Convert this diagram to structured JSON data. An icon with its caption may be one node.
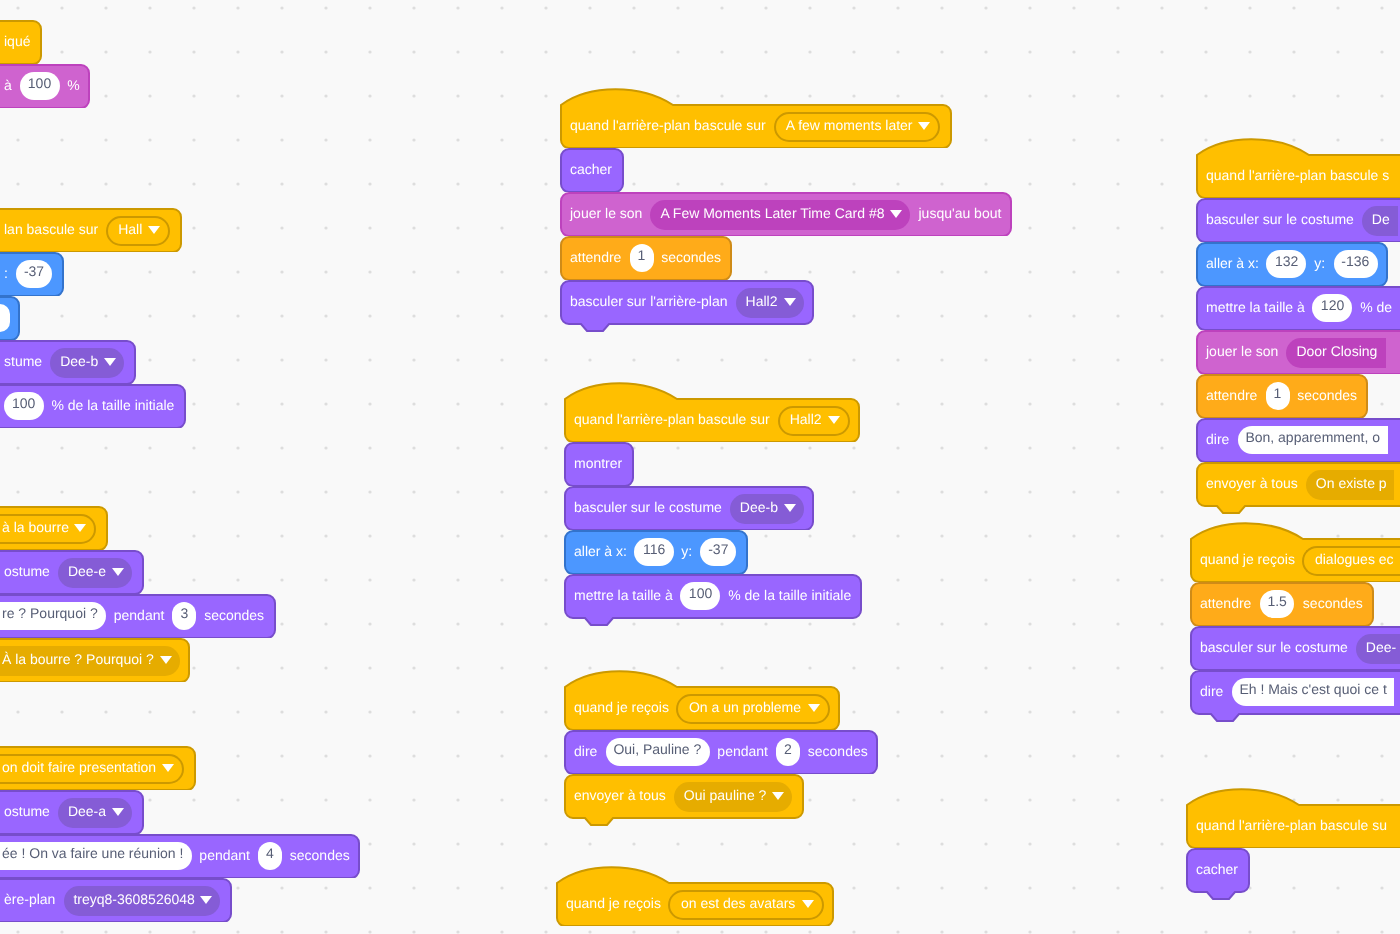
{
  "diagram": {
    "nodes": [
      {
        "text": [
          "iqué"
        ]
      },
      {
        "text": [
          "à",
          "100",
          "%"
        ]
      },
      {
        "text": [
          "lan bascule sur",
          "Hall"
        ]
      },
      {
        "text": [
          ":",
          "-37"
        ]
      },
      {
        "text": [],
        "shape": "box"
      },
      {
        "text": [
          "stume",
          "Dee-b"
        ]
      },
      {
        "text": [
          "100",
          "% de la taille initiale"
        ]
      },
      {
        "text": [
          "à la bourre"
        ]
      },
      {
        "text": [
          "ostume",
          "Dee-e"
        ]
      },
      {
        "text": [
          "re ? Pourquoi ?",
          "pendant",
          "3",
          "secondes"
        ]
      },
      {
        "text": [
          "À la bourre ? Pourquoi ?"
        ]
      },
      {
        "text": [
          "on doit faire presentation"
        ]
      },
      {
        "text": [
          "ostume",
          "Dee-a"
        ]
      },
      {
        "text": [
          "ée ! On va faire une réunion !",
          "pendant",
          "4",
          "secondes"
        ]
      },
      {
        "text": [
          "ère-plan",
          "treyq8-3608526048"
        ]
      },
      {
        "text": [
          "quand l'arrière-plan bascule sur",
          "A few moments later"
        ]
      },
      {
        "text": [
          "cacher"
        ]
      },
      {
        "text": [
          "jouer le son",
          "A Few Moments Later Time Card #8",
          "jusqu'au bout"
        ]
      },
      {
        "text": [
          "attendre",
          "1",
          "secondes"
        ]
      },
      {
        "text": [
          "basculer sur l'arrière-plan",
          "Hall2"
        ]
      },
      {
        "text": [
          "quand l'arrière-plan bascule sur",
          "Hall2"
        ]
      },
      {
        "text": [
          "montrer"
        ]
      },
      {
        "text": [
          "basculer sur le costume",
          "Dee-b"
        ]
      },
      {
        "text": [
          "aller à x:",
          "116",
          "y:",
          "-37"
        ]
      },
      {
        "text": [
          "mettre la taille à",
          "100",
          "% de la taille initiale"
        ]
      },
      {
        "text": [
          "quand je reçois",
          "On a un probleme"
        ]
      },
      {
        "text": [
          "dire",
          "Oui, Pauline ?",
          "pendant",
          "2",
          "secondes"
        ]
      },
      {
        "text": [
          "envoyer à tous",
          "Oui pauline ?"
        ]
      },
      {
        "text": [
          "quand je reçois",
          "on est des avatars"
        ]
      },
      {
        "text": [
          "quand l'arrière-plan bascule s"
        ]
      },
      {
        "text": [
          "basculer sur le costume",
          "De"
        ]
      },
      {
        "text": [
          "aller à x:",
          "132",
          "y:",
          "-136"
        ]
      },
      {
        "text": [
          "mettre la taille à",
          "120",
          "% de"
        ]
      },
      {
        "text": [
          "jouer le son",
          "Door Closing"
        ]
      },
      {
        "text": [
          "attendre",
          "1",
          "secondes"
        ]
      },
      {
        "text": [
          "dire",
          "Bon, apparemment, o"
        ]
      },
      {
        "text": [
          "envoyer à tous",
          "On existe p"
        ]
      },
      {
        "text": [
          "quand je reçois",
          "dialogues ec"
        ]
      },
      {
        "text": [
          "attendre",
          "1.5",
          "secondes"
        ]
      },
      {
        "text": [
          "basculer sur le costume",
          "Dee-"
        ]
      },
      {
        "text": [
          "dire",
          "Eh ! Mais c'est quoi ce t"
        ]
      },
      {
        "text": [
          "quand l'arrière-plan bascule su"
        ]
      },
      {
        "text": [
          "cacher"
        ]
      }
    ]
  }
}
